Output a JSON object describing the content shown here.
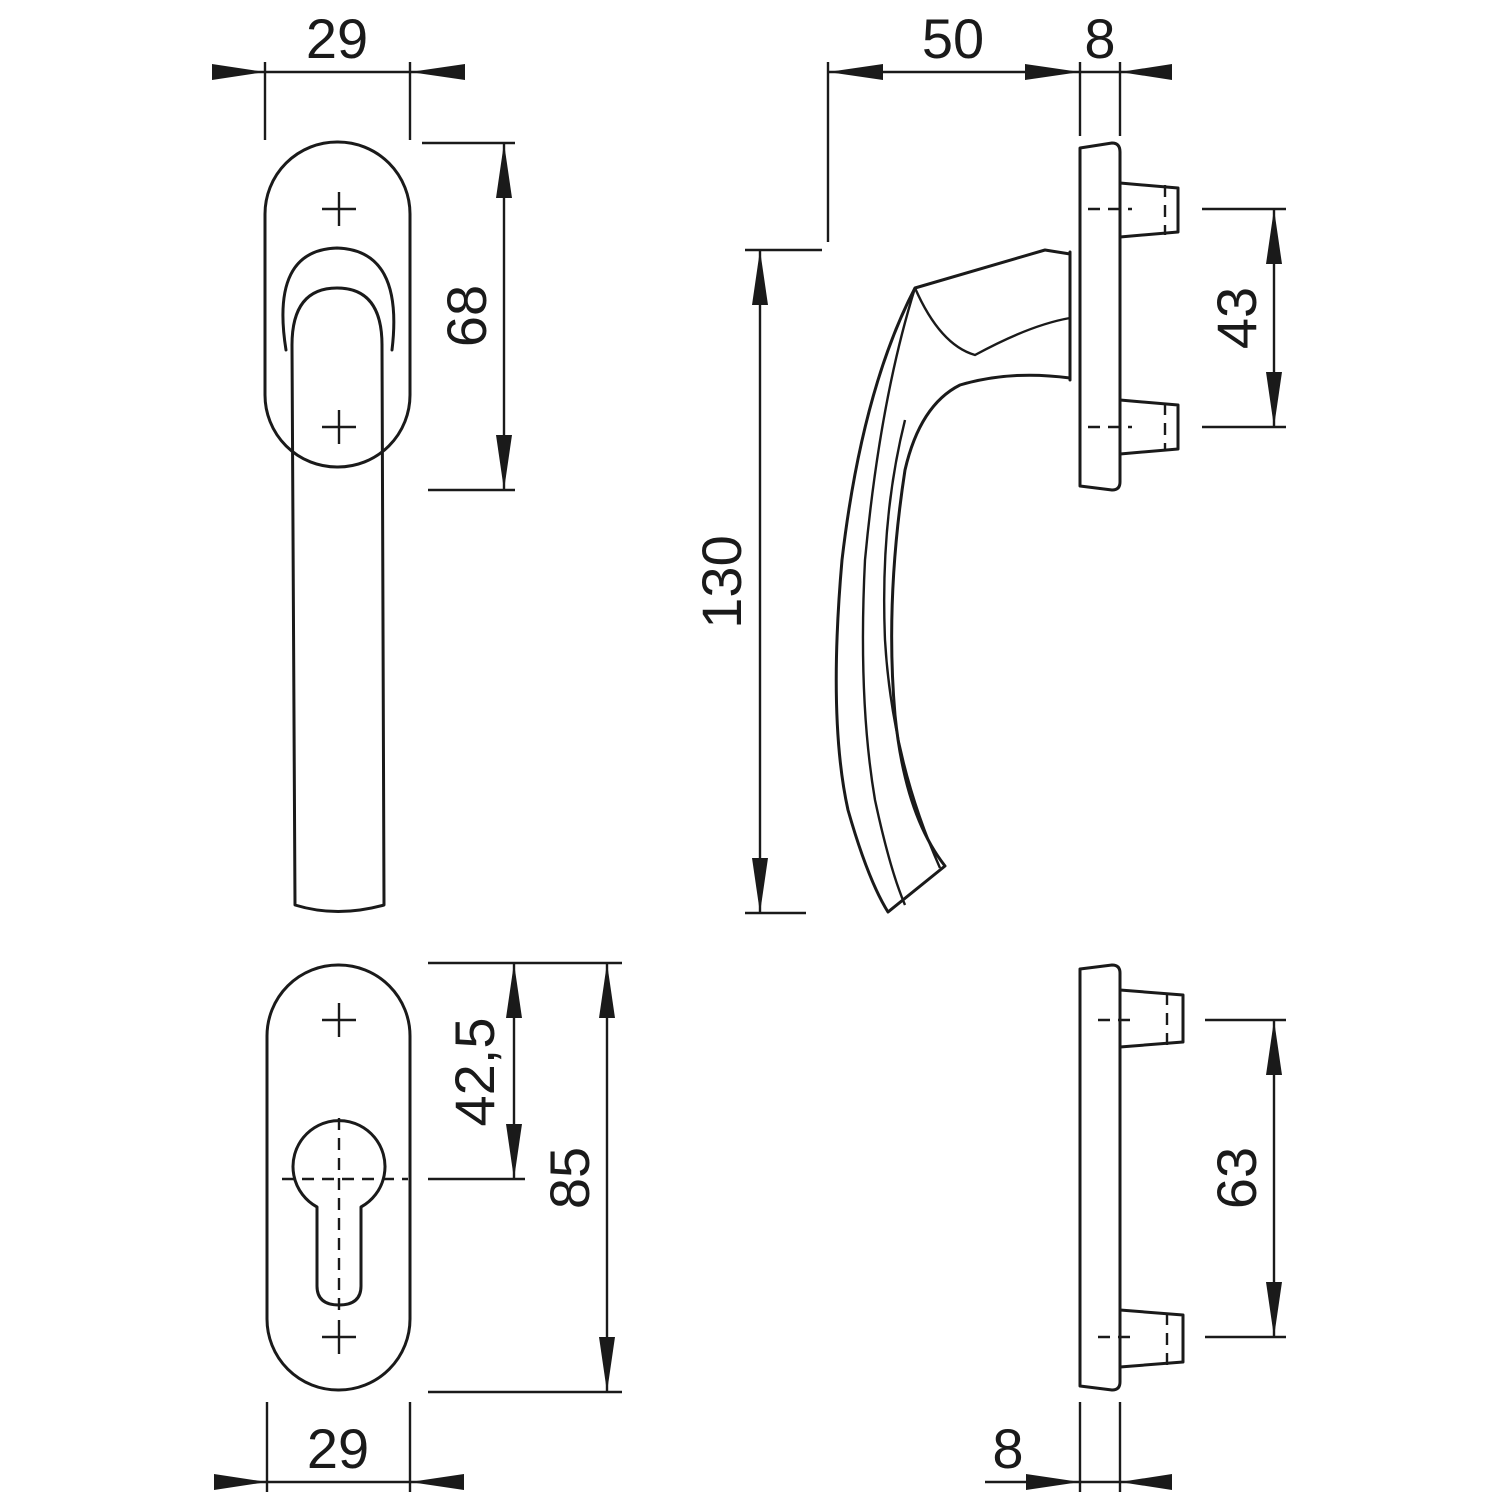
{
  "dimensions": {
    "top_width": "29",
    "rose_height": "68",
    "handle_reach": "50",
    "rose_thickness_top": "8",
    "handle_length": "130",
    "pin_spacing_top": "43",
    "key_offset": "42,5",
    "plate_height": "85",
    "bottom_width": "29",
    "pin_spacing_bottom": "63",
    "plate_thickness_bottom": "8"
  },
  "colors": {
    "line": "#1a1a1a",
    "background": "#ffffff"
  }
}
